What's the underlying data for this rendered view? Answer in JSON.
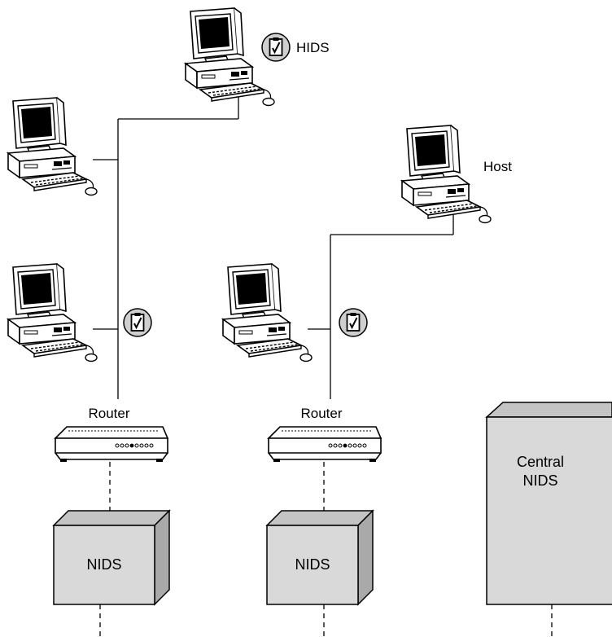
{
  "labels": {
    "hids": "HIDS",
    "host": "Host",
    "router_left": "Router",
    "router_right": "Router",
    "nids_left": "NIDS",
    "nids_right": "NIDS",
    "central_line1": "Central",
    "central_line2": "NIDS"
  },
  "icons": {
    "computer": "desktop-computer-icon",
    "router": "router-icon",
    "hids_badge": "clipboard-check-icon"
  },
  "colors": {
    "line": "#000000",
    "box_front": "#d9d9d9",
    "box_top": "#c4c4c4",
    "box_side": "#a9a9a9",
    "badge": "#cfcfcf"
  }
}
